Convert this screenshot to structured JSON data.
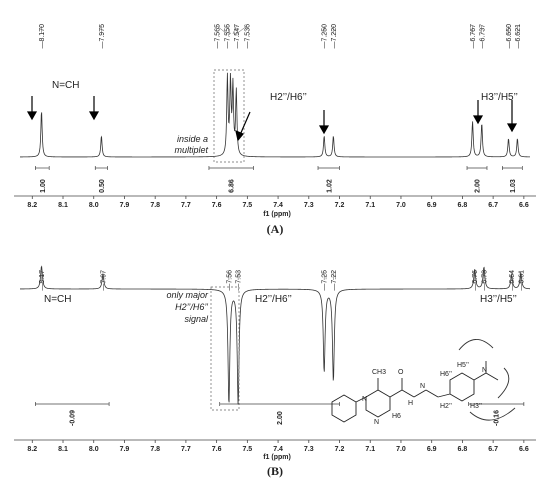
{
  "chart_data": [
    {
      "id": "A",
      "type": "line",
      "panel_label": "(A)",
      "xlabel": "f1 (ppm)",
      "xlim": [
        8.24,
        6.58
      ],
      "x_reversed": true,
      "x_ticks": [
        "8.2",
        "8.1",
        "8.0",
        "7.9",
        "7.8",
        "7.7",
        "7.6",
        "7.5",
        "7.4",
        "7.3",
        "7.2",
        "7.1",
        "7.0",
        "6.9",
        "6.8",
        "6.7",
        "6.6"
      ],
      "peak_labels": [
        "8.170",
        "7.975",
        "7.565",
        "7.555",
        "7.547",
        "7.536",
        "7.250",
        "7.220",
        "6.767",
        "6.737",
        "6.650",
        "6.621"
      ],
      "peak_positions": [
        8.17,
        7.975,
        7.565,
        7.555,
        7.547,
        7.536,
        7.25,
        7.22,
        6.767,
        6.737,
        6.65,
        6.621
      ],
      "peaks": [
        {
          "x": 8.17,
          "h": 0.55
        },
        {
          "x": 7.975,
          "h": 0.25
        },
        {
          "x": 7.565,
          "h": 0.92
        },
        {
          "x": 7.555,
          "h": 0.86
        },
        {
          "x": 7.547,
          "h": 0.8
        },
        {
          "x": 7.536,
          "h": 0.76
        },
        {
          "x": 7.25,
          "h": 0.25
        },
        {
          "x": 7.22,
          "h": 0.25
        },
        {
          "x": 6.767,
          "h": 0.42
        },
        {
          "x": 6.737,
          "h": 0.4
        },
        {
          "x": 6.65,
          "h": 0.22
        },
        {
          "x": 6.621,
          "h": 0.22
        }
      ],
      "integrals": [
        {
          "from": 8.19,
          "to": 8.145,
          "value": "1.00"
        },
        {
          "from": 7.995,
          "to": 7.955,
          "value": "0.50"
        },
        {
          "from": 7.625,
          "to": 7.48,
          "value": "6.86"
        },
        {
          "from": 7.27,
          "to": 7.2,
          "value": "1.02"
        },
        {
          "from": 6.785,
          "to": 6.72,
          "value": "2.00"
        },
        {
          "from": 6.67,
          "to": 6.605,
          "value": "1.03"
        }
      ],
      "annotations": {
        "nch": "N=CH",
        "h2h6": "H2’’/H6’’",
        "h3h5": "H3’’/H5’’",
        "multiplet_line1": "inside a",
        "multiplet_line2": "multiplet"
      }
    },
    {
      "id": "B",
      "type": "line",
      "panel_label": "(B)",
      "xlabel": "f1 (ppm)",
      "xlim": [
        8.24,
        6.58
      ],
      "x_reversed": true,
      "x_ticks": [
        "8.2",
        "8.1",
        "8.0",
        "7.9",
        "7.8",
        "7.7",
        "7.6",
        "7.5",
        "7.4",
        "7.3",
        "7.2",
        "7.1",
        "7.0",
        "6.9",
        "6.8",
        "6.7",
        "6.6"
      ],
      "peak_labels": [
        "8.17",
        "7.97",
        "7.56",
        "7.53",
        "7.25",
        "7.22",
        "6.76",
        "6.73",
        "6.64",
        "6.61"
      ],
      "peak_positions": [
        8.17,
        7.97,
        7.56,
        7.53,
        7.25,
        7.22,
        6.76,
        6.73,
        6.64,
        6.61
      ],
      "peaks": [
        {
          "x": 8.17,
          "h": 0.2
        },
        {
          "x": 7.97,
          "h": 0.13
        },
        {
          "x": 7.56,
          "h": -1.0
        },
        {
          "x": 7.53,
          "h": -1.0
        },
        {
          "x": 7.25,
          "h": -0.72
        },
        {
          "x": 7.22,
          "h": -0.8
        },
        {
          "x": 6.76,
          "h": 0.17
        },
        {
          "x": 6.73,
          "h": 0.19
        },
        {
          "x": 6.64,
          "h": 0.12
        },
        {
          "x": 6.61,
          "h": 0.14
        }
      ],
      "integrals": [
        {
          "from": 8.19,
          "to": 7.95,
          "value": "-0.09"
        },
        {
          "from": 7.59,
          "to": 7.2,
          "value": "2.00"
        },
        {
          "from": 6.78,
          "to": 6.6,
          "value": "-0.16"
        }
      ],
      "annotations": {
        "nch": "N=CH",
        "h2h6": "H2’’/H6’’",
        "h3h5": "H3’’/H5’’",
        "major_line1": "only major",
        "major_line2": "H2’’/H6’’",
        "major_line3": "signal"
      },
      "structure_labels": {
        "ch3_top": "CH3",
        "h6": "H6",
        "h5pp": "H5’’",
        "h6pp": "H6’’",
        "h2pp": "H2’’",
        "h3pp": "H3’’",
        "n": "N",
        "n1": "N",
        "n2": "N",
        "nh": "N",
        "o": "O",
        "h": "H"
      }
    }
  ]
}
